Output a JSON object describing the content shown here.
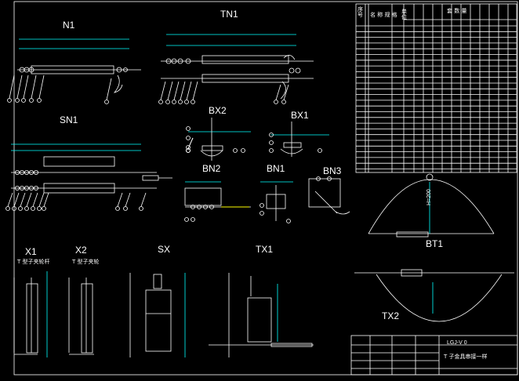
{
  "drawing": {
    "colors": {
      "background": "#000000",
      "line": "#ffffff",
      "accent": "#ffff00",
      "dim": "#00ffff",
      "text": "#ffffff"
    },
    "views": {
      "n1": "N1",
      "tn1": "TN1",
      "sn1": "SN1",
      "bx2": "BX2",
      "bx1": "BX1",
      "bn2": "BN2",
      "bn1": "BN1",
      "bn3": "BN3",
      "x1": "X1",
      "x2": "X2",
      "sx": "SX",
      "tx1": "TX1",
      "bt1": "BT1",
      "tx2": "TX2"
    },
    "captions": {
      "x1": "T 型子夹轮杆",
      "x2": "T 型子夹轮"
    },
    "bt1_dimension": "H=200",
    "table": {
      "header_seq": "序号",
      "header_name": "名 称 规 格",
      "header_unit": "单位",
      "header_qty": "套 数 量"
    },
    "title_block": {
      "drawing_no": "LGJ-V 0",
      "title": "T 子金具串接一样"
    }
  }
}
